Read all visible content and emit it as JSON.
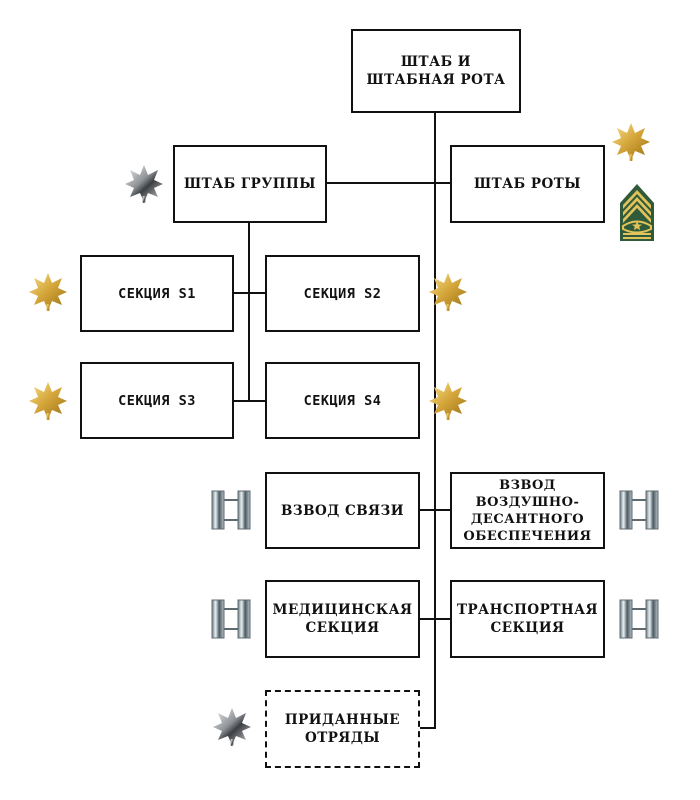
{
  "diagram": {
    "type": "org-chart",
    "nodes": {
      "hq_company": {
        "label": "ШТАБ И\nШТАБНАЯ РОТА"
      },
      "group_hq": {
        "label": "ШТАБ ГРУППЫ",
        "insignia": "silver-oak-leaf-icon"
      },
      "company_hq": {
        "label": "ШТАБ РОТЫ",
        "insignia": [
          "gold-oak-leaf-icon",
          "sergeant-major-chevron-icon"
        ]
      },
      "s1": {
        "label": "СЕКЦИЯ S1",
        "insignia": "gold-oak-leaf-icon"
      },
      "s2": {
        "label": "СЕКЦИЯ S2",
        "insignia": "gold-oak-leaf-icon"
      },
      "s3": {
        "label": "СЕКЦИЯ S3",
        "insignia": "gold-oak-leaf-icon"
      },
      "s4": {
        "label": "СЕКЦИЯ S4",
        "insignia": "gold-oak-leaf-icon"
      },
      "signal_platoon": {
        "label": "ВЗВОД СВЯЗИ",
        "insignia": "captain-bars-icon"
      },
      "airborne_support": {
        "label": "ВЗВОД\nВОЗДУШНО-\nДЕСАНТНОГО\nОБЕСПЕЧЕНИЯ",
        "insignia": "captain-bars-icon"
      },
      "medical": {
        "label": "МЕДИЦИНСКАЯ\nСЕКЦИЯ",
        "insignia": "captain-bars-icon"
      },
      "transport": {
        "label": "ТРАНСПОРТНАЯ\nСЕКЦИЯ",
        "insignia": "captain-bars-icon"
      },
      "attached": {
        "label": "ПРИДАННЫЕ\nОТРЯДЫ",
        "insignia": "silver-oak-leaf-icon",
        "style": "dashed"
      }
    },
    "edges": [
      [
        "hq_company",
        "group_hq"
      ],
      [
        "hq_company",
        "company_hq"
      ],
      [
        "group_hq",
        "s1"
      ],
      [
        "group_hq",
        "s2"
      ],
      [
        "group_hq",
        "s3"
      ],
      [
        "group_hq",
        "s4"
      ],
      [
        "hq_company",
        "signal_platoon"
      ],
      [
        "hq_company",
        "airborne_support"
      ],
      [
        "hq_company",
        "medical"
      ],
      [
        "hq_company",
        "transport"
      ],
      [
        "hq_company",
        "attached"
      ]
    ]
  },
  "colors": {
    "line": "#111111",
    "gold": "#d4a53a",
    "silver": "#9aa0a6",
    "chevron_green": "#2f5b3a",
    "chevron_gold": "#e2c25a"
  }
}
